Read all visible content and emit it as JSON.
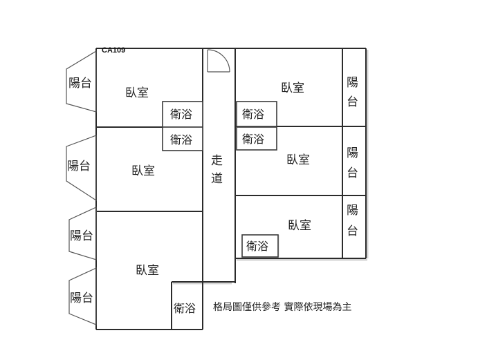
{
  "plan": {
    "code": "CA109",
    "note": "格局圖僅供參考 實際依現場為主",
    "bedroom": "臥室",
    "bathroom": "衛浴",
    "balcony": "陽台",
    "balcony_top": "陽",
    "balcony_bottom": "台",
    "corridor_top": "走",
    "corridor_bottom": "道"
  }
}
